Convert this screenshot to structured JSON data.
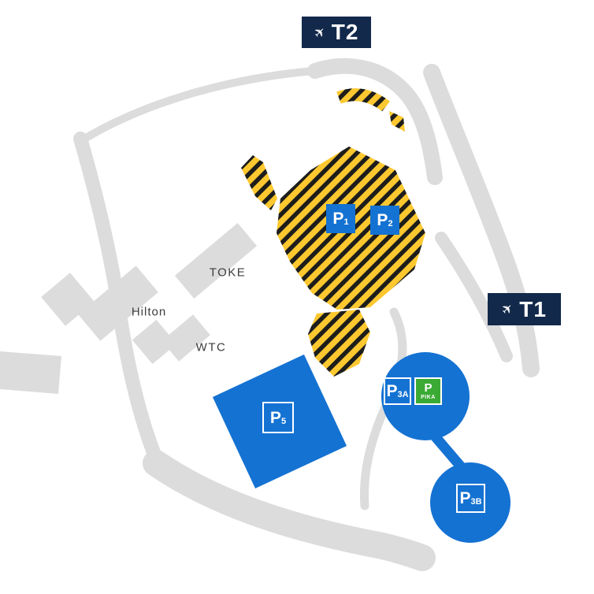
{
  "colors": {
    "navy": "#12294b",
    "blue": "#1472d2",
    "yellow": "#fdc82f",
    "stripe": "#1d1d1b",
    "green": "#3aaa35",
    "road_gray": "#dcdcdc",
    "label_gray": "#3c3c3b"
  },
  "terminals": {
    "t2": {
      "label": "T2",
      "icon": "airplane",
      "glyph": "✈"
    },
    "t1": {
      "label": "T1",
      "icon": "airplane",
      "glyph": "✈"
    }
  },
  "buildings": {
    "toke": {
      "label": "TOKE"
    },
    "hilton": {
      "label": "Hilton"
    },
    "wtc": {
      "label": "WTC"
    }
  },
  "parking": {
    "p1": {
      "prefix": "P",
      "sub": "1"
    },
    "p2": {
      "prefix": "P",
      "sub": "2"
    },
    "p5": {
      "prefix": "P",
      "sub": "5"
    },
    "p3a": {
      "prefix": "P",
      "sub": "3A"
    },
    "p3b": {
      "prefix": "P",
      "sub": "3B"
    },
    "pika": {
      "prefix": "P",
      "label": "PIKA"
    }
  }
}
